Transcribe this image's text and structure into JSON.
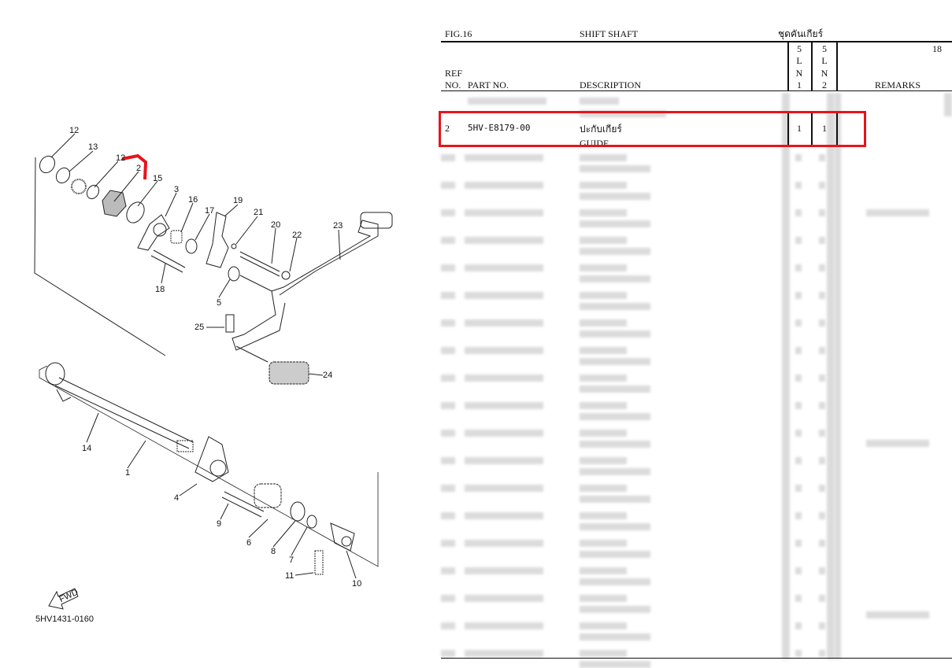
{
  "diagram": {
    "code": "5HV1431-0160",
    "fwd_label": "FWD",
    "callouts": [
      "12",
      "13",
      "12",
      "2",
      "15",
      "3",
      "16",
      "17",
      "19",
      "21",
      "20",
      "22",
      "23",
      "18",
      "5",
      "25",
      "24",
      "14",
      "1",
      "4",
      "9",
      "6",
      "8",
      "7",
      "11",
      "10"
    ],
    "highlight_color": "#e8141b"
  },
  "table": {
    "fig": "FIG.16",
    "title_en": "SHIFT SHAFT",
    "title_th": "ชุดคันเกียร์",
    "page": "18",
    "headers": {
      "ref_line1": "REF",
      "ref_line2": "NO.",
      "part_no": "PART NO.",
      "description": "DESCRIPTION",
      "col1": [
        "5",
        "L",
        "N",
        "1"
      ],
      "col2": [
        "5",
        "L",
        "N",
        "2"
      ],
      "remarks": "REMARKS"
    },
    "highlighted_row": {
      "ref": "2",
      "part_no": "5HV-E8179-00",
      "desc_th": "ปะกับเกียร์",
      "desc_en": "GUIDE",
      "qty1": "1",
      "qty2": "1"
    }
  }
}
